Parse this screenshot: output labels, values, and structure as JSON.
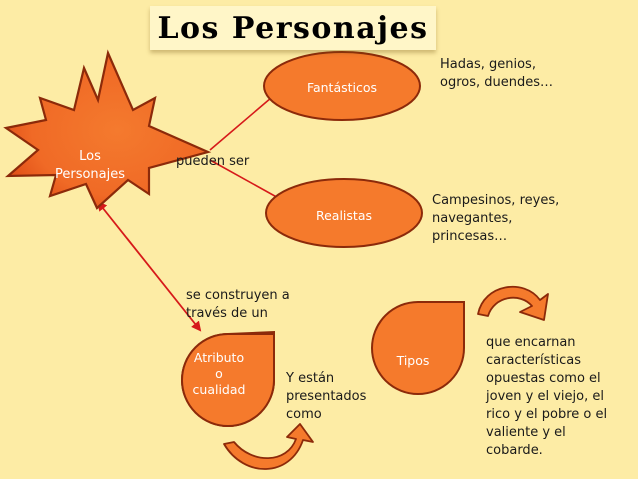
{
  "title": "Los Personajes",
  "colors": {
    "background": "#fdeca5",
    "shape_fill": "#f57a2c",
    "shape_edge": "#8c2a0a",
    "connector": "#d61a1a"
  },
  "central_node": {
    "label": "Los\nPersonajes"
  },
  "nodes": {
    "fantasticos": {
      "label": "Fantásticos"
    },
    "realistas": {
      "label": "Realistas"
    },
    "atributo": {
      "label": "Atributo\no\ncualidad"
    },
    "tipos": {
      "label": "Tipos"
    }
  },
  "labels": {
    "pueden_ser": "pueden ser",
    "se_construyen": "se construyen a\ntravés de un",
    "fantasticos_desc": "Hadas, genios,\nogros, duendes…",
    "realistas_desc": "Campesinos, reyes,\nnavegantes,\nprincesas…",
    "y_estan": "Y están\npresentados\ncomo",
    "tipos_desc": "que encarnan\ncaracterísticas\nopuestas como el\njoven y el viejo, el\nrico y el pobre o el\nvaliente y el\ncobarde."
  }
}
